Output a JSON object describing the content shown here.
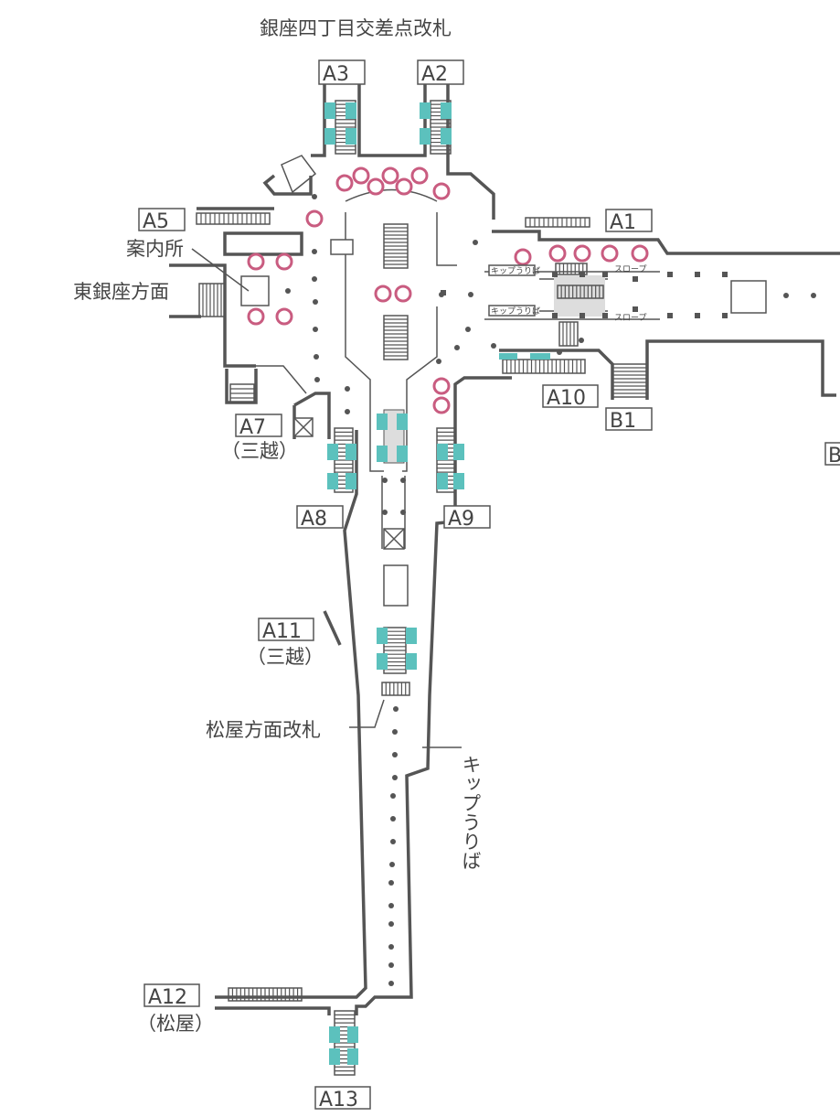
{
  "title": "銀座四丁目交差点改札",
  "exits": {
    "A1": "A1",
    "A2": "A2",
    "A3": "A3",
    "A5": "A5",
    "A7": "A7",
    "A8": "A8",
    "A9": "A9",
    "A10": "A10",
    "A11": "A11",
    "A12": "A12",
    "A13": "A13",
    "B1": "B1",
    "B_partial": "B"
  },
  "notes": {
    "mitsukoshi_a7": "（三越）",
    "mitsukoshi_a11": "（三越）",
    "matsuya": "（松屋）"
  },
  "places": {
    "info": "案内所",
    "higashi_ginza": "東銀座方面",
    "matsuya_gate": "松屋方面改札",
    "ticket_vertical": "キップうりば",
    "ticket_small_1": "キップうりば",
    "ticket_small_2": "キップうりば",
    "slope_1": "スロープ",
    "slope_2": "スロープ"
  },
  "colors": {
    "wall": "#555555",
    "pillar_ring": "#c95c80",
    "elevator": "#5cc1bd"
  }
}
